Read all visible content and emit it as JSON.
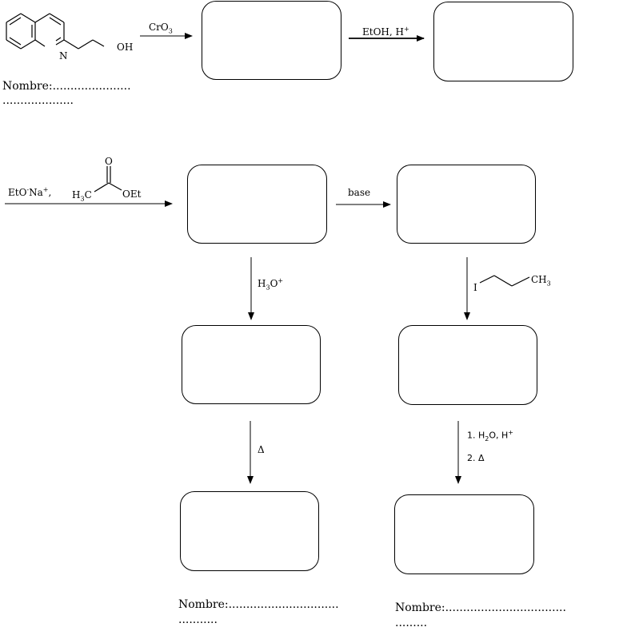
{
  "start": {
    "n_atom": "N",
    "oh_label": "OH",
    "name_line1": "Nombre:......................",
    "name_line2": "...................."
  },
  "step1": {
    "reagent_base": "CrO",
    "reagent_sub": "3"
  },
  "step2": {
    "reagent_base": "EtOH, H",
    "reagent_sup": "+"
  },
  "step3": {
    "base_eto": "EtO",
    "minus": "-",
    "na": "Na",
    "plus_comma": "+",
    "comma": ",",
    "ester_o": "O",
    "h3c_h": "H",
    "h3c_sub": "3",
    "h3c_c": "C",
    "oet": "OEt"
  },
  "step4": {
    "reagent": "base"
  },
  "step5": {
    "reagent_base": "H",
    "reagent_sub": "3",
    "reagent_o": "O",
    "reagent_sup": "+"
  },
  "step6": {
    "i_label": "I",
    "ch3_base": "CH",
    "ch3_sub": "3"
  },
  "step7": {
    "reagent": "Δ"
  },
  "step8": {
    "line1_prefix": "1. H",
    "line1_sub": "2",
    "line1_mid": "O, H",
    "line1_sup": "+",
    "line2": "2. Δ"
  },
  "bottom_left": {
    "name_line1": "Nombre:...............................",
    "name_line2": "..........."
  },
  "bottom_right": {
    "name_line1": "Nombre:..................................",
    "name_line2": "........."
  }
}
